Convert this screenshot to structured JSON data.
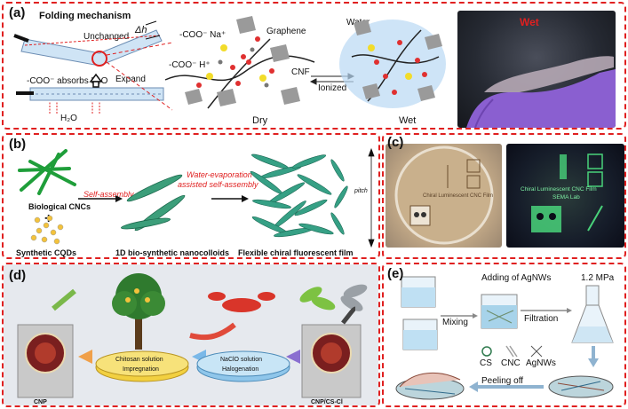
{
  "panel_a": {
    "label": "(a)",
    "title": "Folding mechanism",
    "delta_h": "Δh",
    "unchanged": "Unchanged",
    "expand": "Expand",
    "absorbs": "-COO⁻ absorbs H₂O",
    "h2o": "H₂O",
    "coo_na": "-COO⁻ Na⁺",
    "cooh": "-COO⁻ H⁺",
    "graphene": "Graphene",
    "cnf": "CNF",
    "ionized": "Ionized",
    "water": "Water",
    "dry": "Dry",
    "wet": "Wet",
    "photo_label": "Wet"
  },
  "panel_b": {
    "label": "(b)",
    "bio_cncs": "Biological CNCs",
    "plus": "+",
    "synthetic_cqds": "Synthetic CQDs",
    "self_assembly": "Self-assembly",
    "water_evap_1": "Water-evaporation",
    "water_evap_2": "assisted self-assembly",
    "nanocolloids": "1D bio-synthetic nanocolloids",
    "film": "Flexible chiral fluorescent film",
    "pitch": "pitch"
  },
  "panel_c": {
    "label": "(c)",
    "dish_text": "Chiral Luminescent CNC Film",
    "glow_title": "Chiral Luminescent CNC Film",
    "glow_sub": "SEMA Lab"
  },
  "panel_d": {
    "label": "(d)",
    "cnp": "CNP",
    "chitosan_1": "Chitosan solution",
    "chitosan_2": "Impregnation",
    "naclo_1": "NaClO solution",
    "naclo_2": "Halogenation",
    "cnp_cs_cl": "CNP/CS-Cl"
  },
  "panel_e": {
    "label": "(e)",
    "adding": "Adding of AgNWs",
    "pressure": "1.2 MPa",
    "mixing": "Mixing",
    "filtration": "Filtration",
    "cs": "CS",
    "cnc": "CNC",
    "agnws": "AgNWs",
    "peeling": "Peeling off"
  },
  "colors": {
    "border": "#e02020",
    "cnc_green": "#1f9e3a",
    "arrow_red": "#e02020",
    "glove": "#8a5fd0",
    "fluor": "#49d27a"
  }
}
